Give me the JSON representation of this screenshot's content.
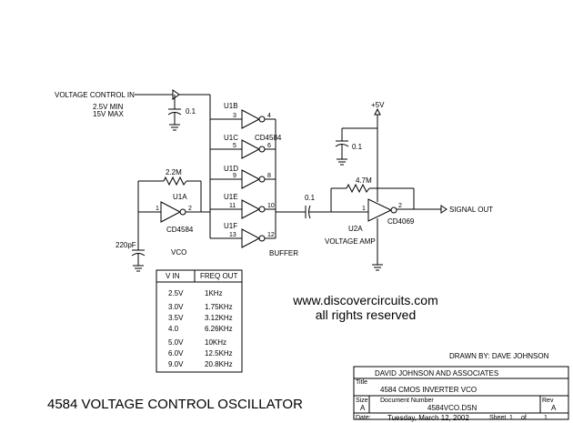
{
  "labels": {
    "voltage_control_in": "VOLTAGE CONTROL IN",
    "vmin": "2.5V MIN",
    "vmax": "15V MAX",
    "c_in": "0.1",
    "r_feedback": "2.2M",
    "u1a": "U1A",
    "u1a_part": "CD4584",
    "c_timing": "220pF",
    "vco": "VCO",
    "u1b": "U1B",
    "u1b_part": "CD4584",
    "u1c": "U1C",
    "u1d": "U1D",
    "u1e": "U1E",
    "u1f": "U1F",
    "buffer": "BUFFER",
    "vcc": "+5V",
    "c_supply": "0.1",
    "r_amp": "4.7M",
    "c_couple": "0.1",
    "u2a": "U2A",
    "u2a_part": "CD4069",
    "voltage_amp": "VOLTAGE AMP",
    "signal_out": "SIGNAL OUT",
    "pins": {
      "p1": "1",
      "p2": "2",
      "p3": "3",
      "p4": "4",
      "p5": "5",
      "p6": "6",
      "p9": "9",
      "p8": "8",
      "p11": "11",
      "p10": "10",
      "p13": "13",
      "p12": "12",
      "u2_in": "1",
      "u2_out": "2"
    }
  },
  "table": {
    "headers": [
      "V IN",
      "FREQ OUT"
    ],
    "rows": [
      [
        "2.5V",
        "1KHz"
      ],
      [
        "3.0V",
        "1.75KHz"
      ],
      [
        "3.5V",
        "3.12KHz"
      ],
      [
        "4.0",
        "6.26KHz"
      ],
      [
        "5.0V",
        "10KHz"
      ],
      [
        "6.0V",
        "12.5KHz"
      ],
      [
        "9.0V",
        "20.8KHz"
      ]
    ]
  },
  "watermark": {
    "url": "www.discovercircuits.com",
    "rights": "all rights reserved"
  },
  "drawn_by": "DRAWN BY: DAVE JOHNSON",
  "title_block": {
    "company": "DAVID JOHNSON AND ASSOCIATES",
    "title_label": "Title",
    "title": "4584 CMOS INVERTER VCO",
    "size_label": "Size",
    "size": "A",
    "doc_label": "Document Number",
    "doc": "4584VCO.DSN",
    "rev_label": "Rev",
    "rev": "A",
    "date_label": "Date:",
    "date": "Tuesday, March 12, 2002",
    "sheet_label": "Sheet",
    "sheet_num": "1",
    "of_label": "of",
    "sheet_total": "1"
  },
  "page_title": "4584 VOLTAGE CONTROL OSCILLATOR"
}
